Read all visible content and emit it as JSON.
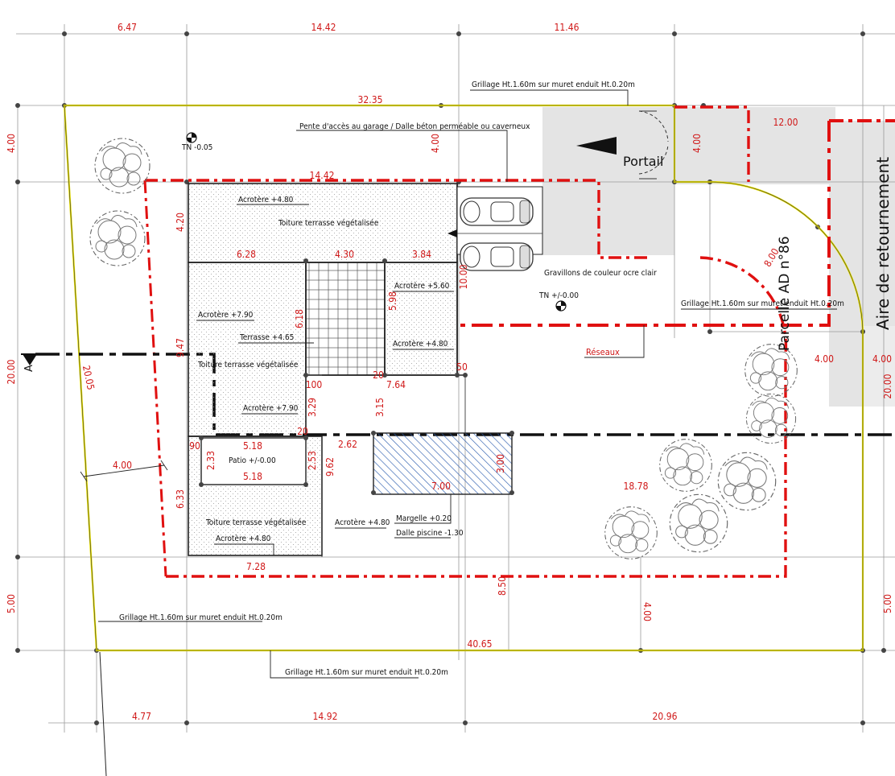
{
  "dimensions": {
    "top_row": [
      "6.47",
      "14.42",
      "11.46"
    ],
    "bottom_row": [
      "4.77",
      "14.92",
      "20.96"
    ],
    "left_col": [
      "4.00",
      "20.00",
      "5.00"
    ],
    "right_col": [
      "4.00",
      "20.00",
      "5.00"
    ],
    "north_boundary": "32.35",
    "south_boundary": "40.65",
    "west_boundary": "20.05",
    "portail_depth": "4.00",
    "garage_slope_depth": "4.00",
    "east_strip": "12.00",
    "turnaround_radius": "8.00",
    "east_setback": "4.00",
    "east_setback_2": "4.00",
    "building_width": "14.42",
    "roof_depth": "4.20",
    "seg_a": "6.28",
    "seg_b": "4.30",
    "seg_c": "3.84",
    "seg_d": "10.00",
    "terrace_depth": "6.18",
    "west_wing_depth": "9.47",
    "east_wing_depth": "5.98",
    "small_a": "20",
    "small_b": "50",
    "small_c": "100",
    "small_d": "20",
    "gap_764": "7.64",
    "gap_315": "3.15",
    "gap_329": "3.29",
    "patio_w1": "5.18",
    "patio_w2": "5.18",
    "patio_d1": "2.33",
    "patio_d2": "2.53",
    "patio_90": "90",
    "pool_offset": "2.62",
    "pool_dim_962": "9.62",
    "pool_width": "7.00",
    "pool_depth": "3.00",
    "pool_east": "18.78",
    "south_wing_depth": "6.33",
    "south_wing_width": "7.28",
    "west_setback": "4.00",
    "south_850": "8.50",
    "south_400": "4.00"
  },
  "labels": {
    "grillage_top": "Grillage Ht.1.60m sur muret enduit Ht.0.20m",
    "grillage_east": "Grillage Ht.1.60m sur muret enduit Ht.0.20m",
    "grillage_west": "Grillage Ht.1.60m sur muret enduit Ht.0.20m",
    "grillage_south": "Grillage Ht.1.60m sur muret enduit Ht.0.20m",
    "pente": "Pente d'accès au garage / Dalle béton perméable ou caverneux",
    "tn_west": "TN -0.05",
    "tn_center": "TN +/-0.00",
    "portail": "Portail",
    "gravillons": "Gravillons de couleur ocre clair",
    "parcelle": "Parcelle AD n°86",
    "aire": "Aire de retournement",
    "reseaux": "Réseaux",
    "acrotere_480_top": "Acrotère +4.80",
    "toiture_north": "Toiture terrasse végétalisée",
    "acrotere_790_a": "Acrotère +7.90",
    "terrasse": "Terrasse +4.65",
    "toiture_west": "Toiture terrasse végétalisée",
    "acrotere_560": "Acrotère +5.60",
    "acrotere_480_east": "Acrotère +4.80",
    "acrotere_790_b": "Acrotère +7.90",
    "patio": "Patio +/-0.00",
    "toiture_south": "Toiture terrasse végétalisée",
    "acrotere_480_sw": "Acrotère +4.80",
    "acrotere_480_s": "Acrotère +4.80",
    "margelle": "Margelle +0.20",
    "dalle_piscine": "Dalle piscine -1.30",
    "section_marker": "A"
  },
  "colors": {
    "dimension": "#d01818",
    "boundary": "#e8e000",
    "setback": "#e01010",
    "paving": "#e4e4e4",
    "pool_hatch": "#2f5fb0"
  }
}
